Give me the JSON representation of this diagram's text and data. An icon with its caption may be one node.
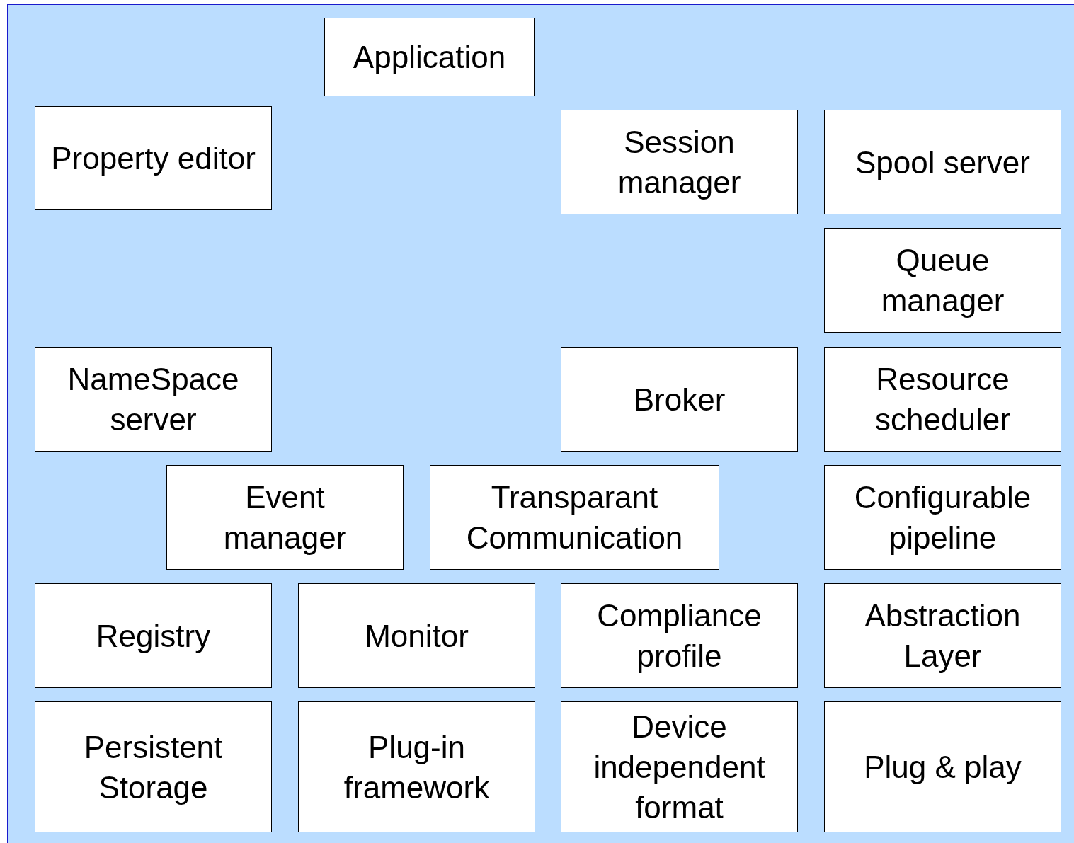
{
  "diagram": {
    "nodes": [
      {
        "text": [
          "Application"
        ]
      },
      {
        "text": [
          "Property editor"
        ]
      },
      {
        "text": [
          "Session manager"
        ]
      },
      {
        "text": [
          "Spool server"
        ]
      },
      {
        "text": [
          "Queue manager"
        ]
      },
      {
        "text": [
          "NameSpace server"
        ]
      },
      {
        "text": [
          "Broker"
        ]
      },
      {
        "text": [
          "Resource scheduler"
        ]
      },
      {
        "text": [
          "Event manager"
        ]
      },
      {
        "text": [
          "Transparant Communication"
        ]
      },
      {
        "text": [
          "Configurable pipeline"
        ]
      },
      {
        "text": [
          "Registry"
        ]
      },
      {
        "text": [
          "Monitor"
        ]
      },
      {
        "text": [
          "Compliance profile"
        ]
      },
      {
        "text": [
          "Abstraction Layer"
        ]
      },
      {
        "text": [
          "Persistent Storage"
        ]
      },
      {
        "text": [
          "Plug-in framework"
        ]
      },
      {
        "text": [
          "Device independent format"
        ]
      },
      {
        "text": [
          "Plug & play"
        ]
      }
    ],
    "edges": []
  }
}
